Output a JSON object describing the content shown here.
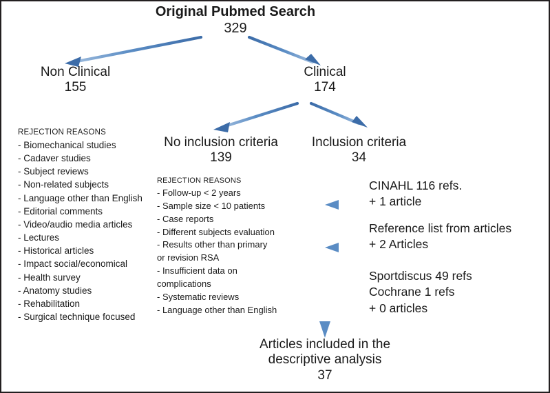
{
  "diagram": {
    "type": "flowchart",
    "accent_color": "#4a7ebb",
    "border_color": "#231f20",
    "background": "#ffffff",
    "nodes": {
      "root": {
        "label": "Original Pubmed Search",
        "count": "329"
      },
      "non_clinical": {
        "label": "Non Clinical",
        "count": "155"
      },
      "clinical": {
        "label": "Clinical",
        "count": "174"
      },
      "no_inclusion": {
        "label": "No inclusion criteria",
        "count": "139"
      },
      "inclusion": {
        "label": "Inclusion criteria",
        "count": "34"
      },
      "final": {
        "label_line1": "Articles included in the",
        "label_line2": "descriptive analysis",
        "count": "37"
      }
    },
    "rejection_left": {
      "title": "REJECTION REASONS",
      "items": [
        "- Biomechanical studies",
        "- Cadaver studies",
        "- Subject reviews",
        "- Non-related subjects",
        "- Language other than English",
        "- Editorial comments",
        "- Video/audio media articles",
        "- Lectures",
        "- Historical articles",
        "- Impact social/economical",
        "- Health survey",
        "- Anatomy studies",
        "- Rehabilitation",
        "- Surgical technique focused"
      ]
    },
    "rejection_mid": {
      "title": "REJECTION REASONS",
      "items": [
        "- Follow-up < 2 years",
        "- Sample size < 10 patients",
        "- Case reports",
        "- Different subjects evaluation",
        "- Results other than primary",
        "or revision RSA",
        "- Insufficient data on",
        "complications",
        "- Systematic reviews",
        "- Language other than English"
      ]
    },
    "side_notes": [
      {
        "line1": "CINAHL 116 refs.",
        "line2": "+ 1 article"
      },
      {
        "line1": "Reference list from articles",
        "line2": "+ 2 Articles"
      },
      {
        "line1": "Sportdiscus 49 refs",
        "line2": "Cochrane 1 refs",
        "line3": "+ 0 articles"
      }
    ]
  }
}
